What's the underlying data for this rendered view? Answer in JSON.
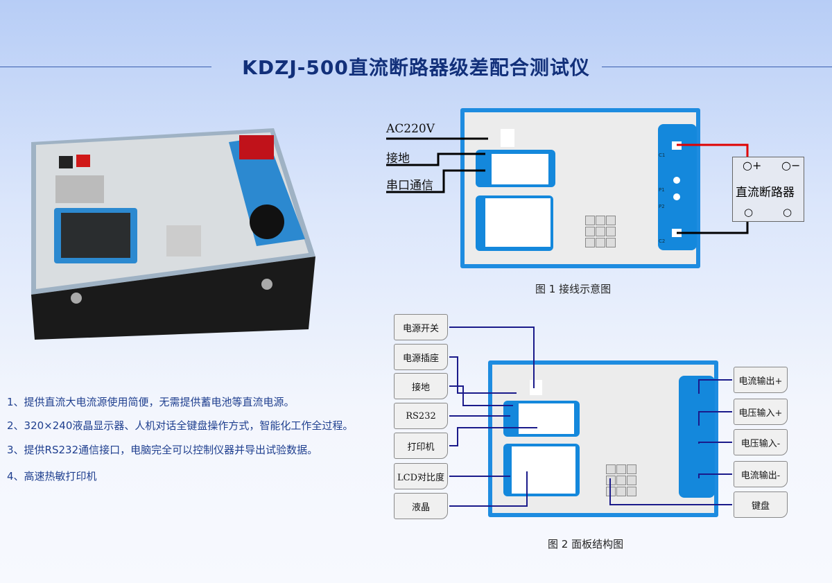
{
  "title": "KDZJ-500直流断路器级差配合测试仪",
  "features": [
    "1、提供直流大电流源使用简便，无需提供蓄电池等直流电源。",
    "2、320×240液晶显示器、人机对话全键盘操作方式，智能化工作全过程。",
    "3、提供RS232通信接口，电脑完全可以控制仪器并导出试验数据。",
    "4、高速热敏打印机"
  ],
  "fig1": {
    "labels": [
      "AC220V",
      "接地",
      "串口通信"
    ],
    "breaker": "直流断路器",
    "plus": "○+",
    "minus": "○−",
    "terminals": [
      "C1",
      "P1",
      "P2",
      "C2"
    ],
    "caption": "图 1 接线示意图"
  },
  "fig2": {
    "left": [
      "电源开关",
      "电源插座",
      "接地",
      "RS232",
      "打印机",
      "LCD对比度",
      "液晶"
    ],
    "right": [
      "电流输出+",
      "电压输入+",
      "电压输入-",
      "电流输出-",
      "键盘"
    ],
    "caption": "图 2 面板结构图"
  },
  "colors": {
    "title": "#12307a",
    "panel": "#1e8ce0",
    "wire_red": "#e00000"
  }
}
